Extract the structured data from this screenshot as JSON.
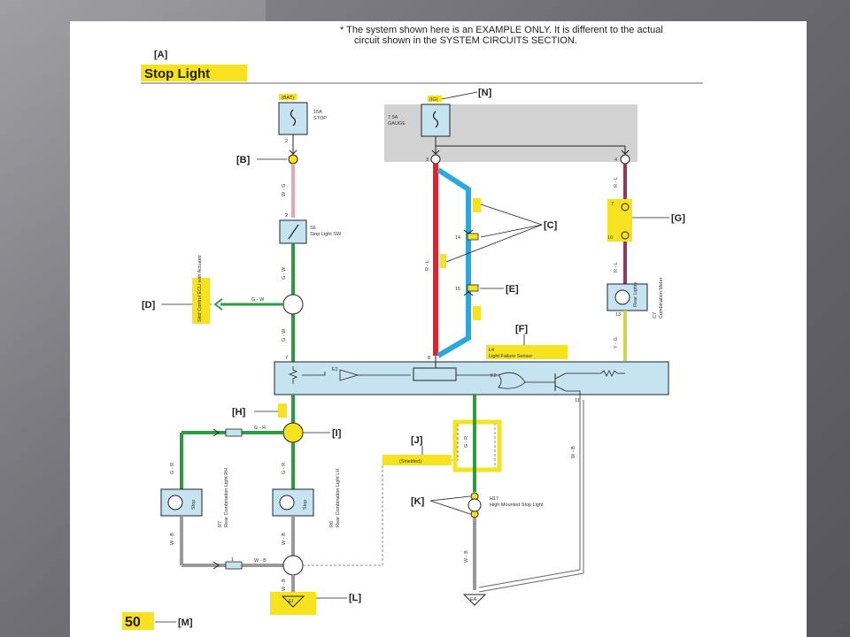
{
  "note": {
    "line1": "*  The system shown here is an EXAMPLE ONLY. It is different to the actual",
    "line2": "circuit shown in the SYSTEM CIRCUITS SECTION."
  },
  "title": "Stop Light",
  "page_number": "50",
  "callouts": {
    "A": "[A]",
    "B": "[B]",
    "C": "[C]",
    "D": "[D]",
    "E": "[E]",
    "F": "[F]",
    "G": "[G]",
    "H": "[H]",
    "I": "[I]",
    "J": "[J]",
    "K": "[K]",
    "L": "[L]",
    "M": "[M]",
    "N": "[N]"
  },
  "components": {
    "bat": "(BAT)",
    "fuse_stop_rating": "15A",
    "fuse_stop_name": "STOP",
    "ig": "(IG)",
    "fuse_gauge_rating": "7.5A",
    "fuse_gauge_name": "GAUGE",
    "stop_switch_code": "S6",
    "stop_switch_name": "Stop Light SW",
    "lfs_code": "L4",
    "lfs_name": "Light Failure Sensor",
    "combo_meter_code": "C7",
    "combo_meter_name": "Combination Meter",
    "combo_meter_lamp": "Rear Lights",
    "ecu_label": "Skid Control ECU with Actuator",
    "shielded": "(Shielded)",
    "hmsl_code": "H17",
    "hmsl_name": "High Mounted Stop Light",
    "rear_rh_code": "R7",
    "rear_rh_name": "Rear Combination Light RH",
    "rear_lh_code": "R6",
    "rear_lh_name": "Rear Combination Light LH",
    "stop": "Stop"
  },
  "wires": {
    "w_g": "W - G",
    "g_w": "G - W",
    "r_l": "R - L",
    "y_g": "Y - G",
    "g_r": "G - R",
    "w_b": "W - B",
    "w_b2": "W - B",
    "w_b_right": "W - B",
    "g_r_left": "G - R",
    "w_b_left": "W - B",
    "w_b_bottom": "W - B"
  },
  "pins": {
    "p2": "2",
    "p3": "3",
    "p4": "4",
    "p14": "14",
    "p15": "15",
    "p7": "7",
    "p10": "10",
    "p8": "8",
    "p11": "11",
    "p1": "1",
    "p13": "13"
  },
  "connectors": {
    "bat_badge": "(BAT)",
    "ig_badge": "(IG)",
    "e2": "E2",
    "ei": "EI",
    "ea": "EA"
  },
  "colors": {
    "highlight": "#f7e21f",
    "red_wire": "#e0222a",
    "blue_wire": "#2aa8e0",
    "green_wire": "#2e9a42",
    "pink_wire": "#e0aab0",
    "maroon_wire": "#8c3a58",
    "yellowgreen_wire": "#c8d84a",
    "gray_wire": "#999999",
    "box_fill": "#c5e3f1"
  }
}
